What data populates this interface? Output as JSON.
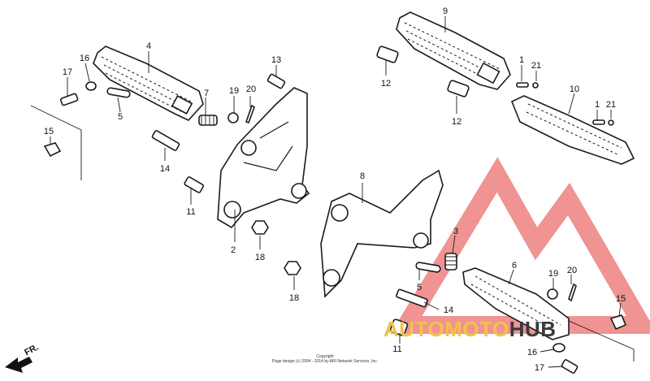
{
  "diagram": {
    "labels": {
      "p1a": "1",
      "p1b": "1",
      "p2": "2",
      "p3": "3",
      "p4": "4",
      "p5a": "5",
      "p5b": "5",
      "p6": "6",
      "p7": "7",
      "p8": "8",
      "p9": "9",
      "p10": "10",
      "p11a": "11",
      "p11b": "11",
      "p12a": "12",
      "p12b": "12",
      "p13": "13",
      "p14a": "14",
      "p14b": "14",
      "p15a": "15",
      "p15b": "15",
      "p16a": "16",
      "p16b": "16",
      "p17a": "17",
      "p17b": "17",
      "p18a": "18",
      "p18b": "18",
      "p19a": "19",
      "p19b": "19",
      "p20a": "20",
      "p20b": "20",
      "p21a": "21",
      "p21b": "21"
    },
    "direction_label": "FR.",
    "copyright_line1": "Copyright",
    "copyright_line2": "Page design (c) 2004 - 2014 by ARI Network Services, Inc."
  },
  "watermark": {
    "part_a": "AUTOMOTO",
    "part_b": "HUB",
    "colors": {
      "triangle": "#e23a3a",
      "text_yellow": "#f2c24a",
      "text_dark": "#3a3a3a"
    }
  }
}
